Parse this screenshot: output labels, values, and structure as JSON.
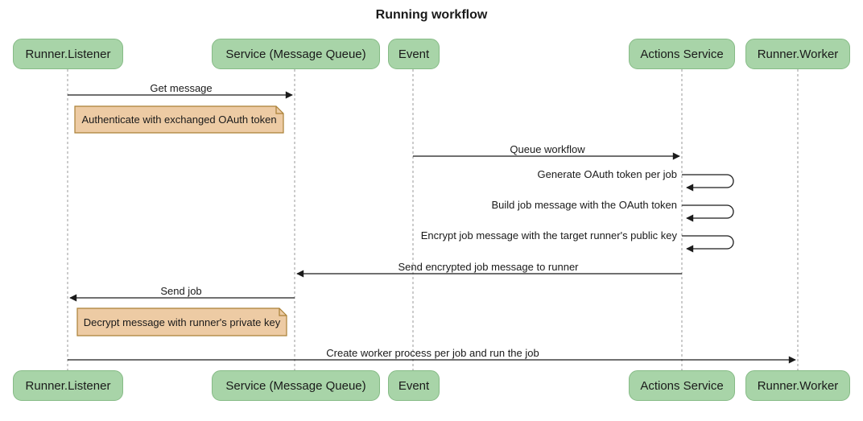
{
  "title": "Running workflow",
  "participants": [
    "Runner.Listener",
    "Service (Message Queue)",
    "Event",
    "Actions Service",
    "Runner.Worker"
  ],
  "messages": {
    "get_message": {
      "from": "Runner.Listener",
      "to": "Service (Message Queue)",
      "label": "Get message"
    },
    "queue_workflow": {
      "from": "Event",
      "to": "Actions Service",
      "label": "Queue workflow"
    },
    "generate_oauth": {
      "from": "Actions Service",
      "to": "Actions Service",
      "label": "Generate OAuth token per job"
    },
    "build_job": {
      "from": "Actions Service",
      "to": "Actions Service",
      "label": "Build job message with the OAuth token"
    },
    "encrypt_job": {
      "from": "Actions Service",
      "to": "Actions Service",
      "label": "Encrypt job message with the target runner's public key"
    },
    "send_encrypted": {
      "from": "Actions Service",
      "to": "Service (Message Queue)",
      "label": "Send encrypted job message to runner"
    },
    "send_job": {
      "from": "Service (Message Queue)",
      "to": "Runner.Listener",
      "label": "Send job"
    },
    "create_worker": {
      "from": "Runner.Listener",
      "to": "Runner.Worker",
      "label": "Create worker process per job and run the job"
    }
  },
  "notes": {
    "authenticate": {
      "over": "Runner.Listener",
      "label": "Authenticate with exchanged OAuth token"
    },
    "decrypt": {
      "over": "Runner.Listener",
      "label": "Decrypt message with runner's private key"
    }
  },
  "colors": {
    "actor_fill": "#A8D4A8",
    "actor_border": "#86BB86",
    "note_fill": "#EDCBA4",
    "note_border": "#AA8036",
    "lifeline": "#999999",
    "arrow": "#1b1b1b",
    "text": "#1a1a1a"
  }
}
